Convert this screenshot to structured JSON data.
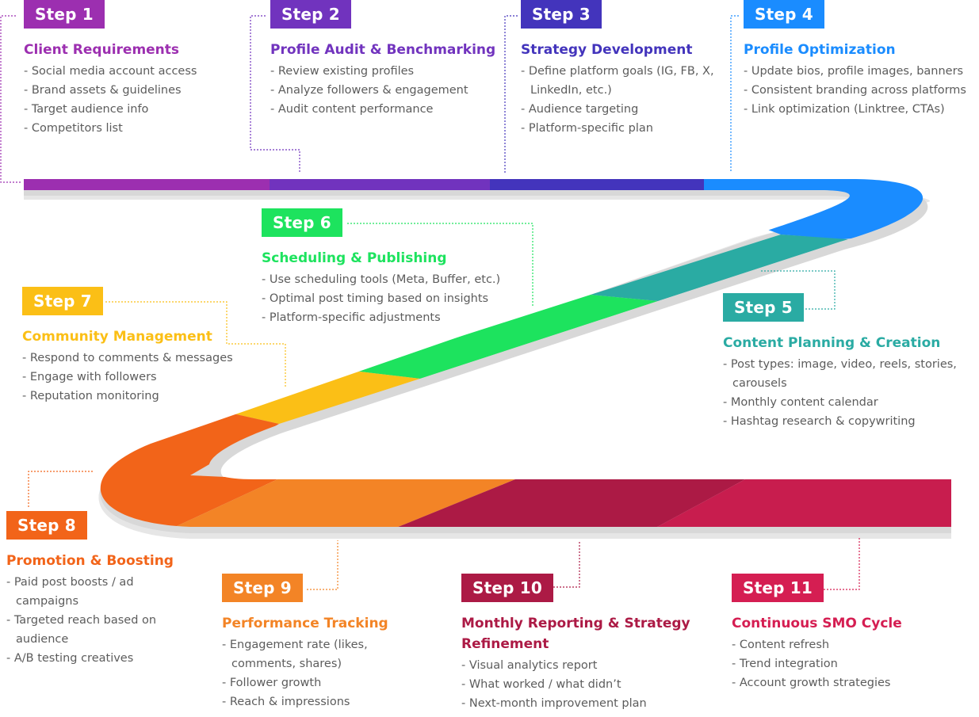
{
  "steps": [
    {
      "badge": "Step 1",
      "title": "Client Requirements",
      "color": "#9c2fb0",
      "items": [
        "Social media account access",
        "Brand assets & guidelines",
        "Target audience info",
        "Competitors list"
      ]
    },
    {
      "badge": "Step 2",
      "title": "Profile Audit & Benchmarking",
      "color": "#7133be",
      "items": [
        "Review existing profiles",
        "Analyze followers & engagement",
        "Audit content performance"
      ]
    },
    {
      "badge": "Step 3",
      "title": "Strategy Development",
      "color": "#4334bc",
      "items": [
        "Define platform goals (IG, FB, X, LinkedIn, etc.)",
        "Audience targeting",
        "Platform-specific plan"
      ]
    },
    {
      "badge": "Step 4",
      "title": "Profile Optimization",
      "color": "#1a8cff",
      "items": [
        "Update bios, profile images, banners",
        "Consistent branding across platforms",
        "Link optimization (Linktree, CTAs)"
      ]
    },
    {
      "badge": "Step 5",
      "title": "Content Planning & Creation",
      "color": "#2aaba3",
      "items": [
        "Post types: image, video, reels, stories, carousels",
        "Monthly content calendar",
        "Hashtag research & copywriting"
      ]
    },
    {
      "badge": "Step 6",
      "title": "Scheduling & Publishing",
      "color": "#1de35e",
      "items": [
        "Use scheduling tools (Meta, Buffer, etc.)",
        "Optimal post timing based on insights",
        "Platform-specific adjustments"
      ]
    },
    {
      "badge": "Step 7",
      "title": "Community Management",
      "color": "#fbbf16",
      "items": [
        "Respond to comments & messages",
        "Engage with followers",
        "Reputation monitoring"
      ]
    },
    {
      "badge": "Step 8",
      "title": "Promotion & Boosting",
      "color": "#f26419",
      "items": [
        "Paid post boosts / ad campaigns",
        "Targeted reach based on audience",
        "A/B testing creatives"
      ]
    },
    {
      "badge": "Step 9",
      "title": "Performance Tracking",
      "color": "#f38426",
      "items": [
        "Engagement rate (likes, comments, shares)",
        "Follower growth",
        "Reach & impressions"
      ]
    },
    {
      "badge": "Step 10",
      "title": "Monthly Reporting & Strategy Refinement",
      "color": "#ac1a45",
      "items": [
        "Visual analytics report",
        "What worked / what didn’t",
        "Next-month improvement plan"
      ]
    },
    {
      "badge": "Step 11",
      "title": "Continuous SMO Cycle",
      "color": "#d51e52",
      "items": [
        "Content refresh",
        "Trend integration",
        "Account growth strategies"
      ]
    }
  ]
}
